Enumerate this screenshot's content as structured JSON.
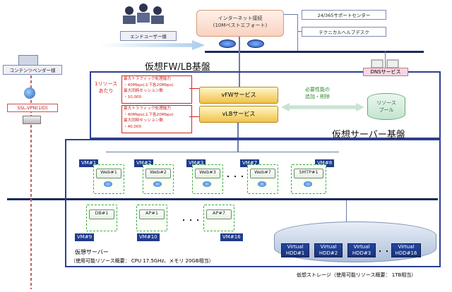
{
  "top": {
    "end_users": "エンドユーザー様",
    "internet_title": "インターネット接続",
    "internet_sub": "(10Mベストエフォート)",
    "support_center": "24/365サポートセンター",
    "help_desk": "テクニカルヘルプデスク"
  },
  "left": {
    "content_provider": "コンテンツベンダー様",
    "ssl_vpn": "SSL-VPN(1ID)"
  },
  "fwlb": {
    "title": "仮想FW/LB基盤",
    "per_resource_1": "1リソース",
    "per_resource_2": "あたり",
    "fw_spec": [
      "最大トラフィック処理能力",
      "・40Mbps(上下各20Mbps)",
      "最大同時セッション数",
      "・10,000"
    ],
    "lb_spec": [
      "最大トラフィック処理能力",
      "・40Mbps(上下各20Mbps)",
      "最大同時セッション数",
      "・40,000"
    ],
    "vfw": "vFWサービス",
    "vlb": "vLBサービス",
    "need_1": "必要性能の",
    "need_2": "追加・削除",
    "pool_1": "リソース",
    "pool_2": "プール",
    "dns": "DNSサービス"
  },
  "server": {
    "title": "仮想サーバー基盤",
    "ellipsis": "・・・",
    "top_vms": [
      {
        "vm": "VM#1",
        "host": "Web#1"
      },
      {
        "vm": "VM#2",
        "host": "Web#2"
      },
      {
        "vm": "VM#3",
        "host": "Web#3"
      },
      {
        "vm": "VM#7",
        "host": "Web#7"
      },
      {
        "vm": "VM#8",
        "host": "SMTP#1"
      }
    ],
    "bottom_vms": [
      {
        "vm": "VM#9",
        "host": "DB#1"
      },
      {
        "vm": "VM#10",
        "host": "AP#1"
      },
      {
        "vm": "VM#16",
        "host": "AP#7"
      }
    ],
    "virtual_server": "仮想サーバー",
    "virtual_server_spec": "（使用可能リソース概要：  CPU 17.5GHz、メモリ 20GB相当）",
    "virtual_storage": "仮想ストレージ（使用可能リソース概要：  1TB相当）",
    "hdds": [
      [
        "Virtual",
        "HDD#1"
      ],
      [
        "Virtual",
        "HDD#2"
      ],
      [
        "Virtual",
        "HDD#3"
      ],
      [
        "Virtual",
        "HDD#16"
      ]
    ]
  },
  "colors": {
    "bus": "#1b2a5e",
    "accent_red": "#d2231f",
    "box_border": "#2c3f8f"
  }
}
